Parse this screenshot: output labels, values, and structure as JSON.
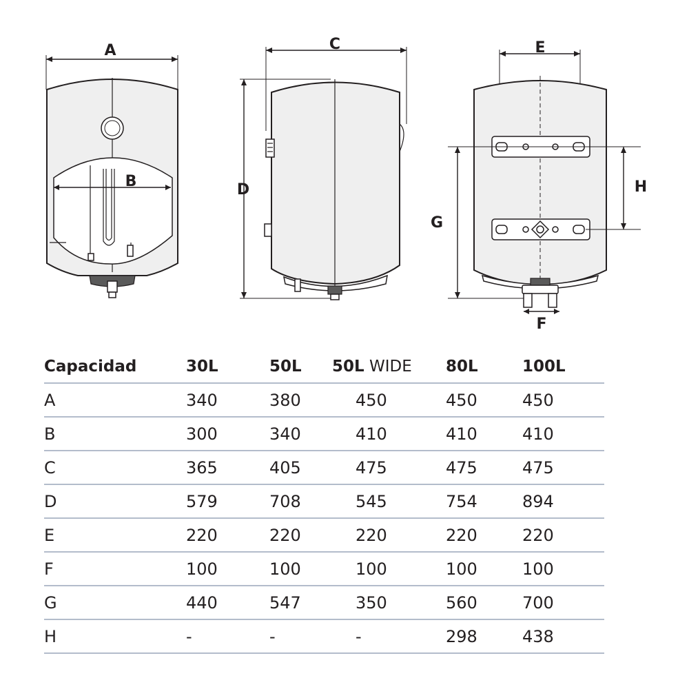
{
  "dimension_labels": {
    "a": "A",
    "b": "B",
    "c": "C",
    "d": "D",
    "e": "E",
    "f": "F",
    "g": "G",
    "h": "H"
  },
  "table": {
    "header": {
      "label": "Capacidad",
      "columns": [
        {
          "bold": "30L",
          "suffix": ""
        },
        {
          "bold": "50L",
          "suffix": ""
        },
        {
          "bold": "50L",
          "suffix": " WIDE"
        },
        {
          "bold": "80L",
          "suffix": ""
        },
        {
          "bold": "100L",
          "suffix": ""
        }
      ]
    },
    "rows": [
      {
        "label": "A",
        "values": [
          "340",
          "380",
          "450",
          "450",
          "450"
        ]
      },
      {
        "label": "B",
        "values": [
          "300",
          "340",
          "410",
          "410",
          "410"
        ]
      },
      {
        "label": "C",
        "values": [
          "365",
          "405",
          "475",
          "475",
          "475"
        ]
      },
      {
        "label": "D",
        "values": [
          "579",
          "708",
          "545",
          "754",
          "894"
        ]
      },
      {
        "label": "E",
        "values": [
          "220",
          "220",
          "220",
          "220",
          "220"
        ]
      },
      {
        "label": "F",
        "values": [
          "100",
          "100",
          "100",
          "100",
          "100"
        ]
      },
      {
        "label": "G",
        "values": [
          "440",
          "547",
          "350",
          "560",
          "700"
        ]
      },
      {
        "label": "H",
        "values": [
          "-",
          "-",
          "-",
          "298",
          "438"
        ]
      }
    ]
  },
  "colors": {
    "text": "#231f20",
    "row_divider": "#b3bccb",
    "tank_fill": "#efefef"
  }
}
